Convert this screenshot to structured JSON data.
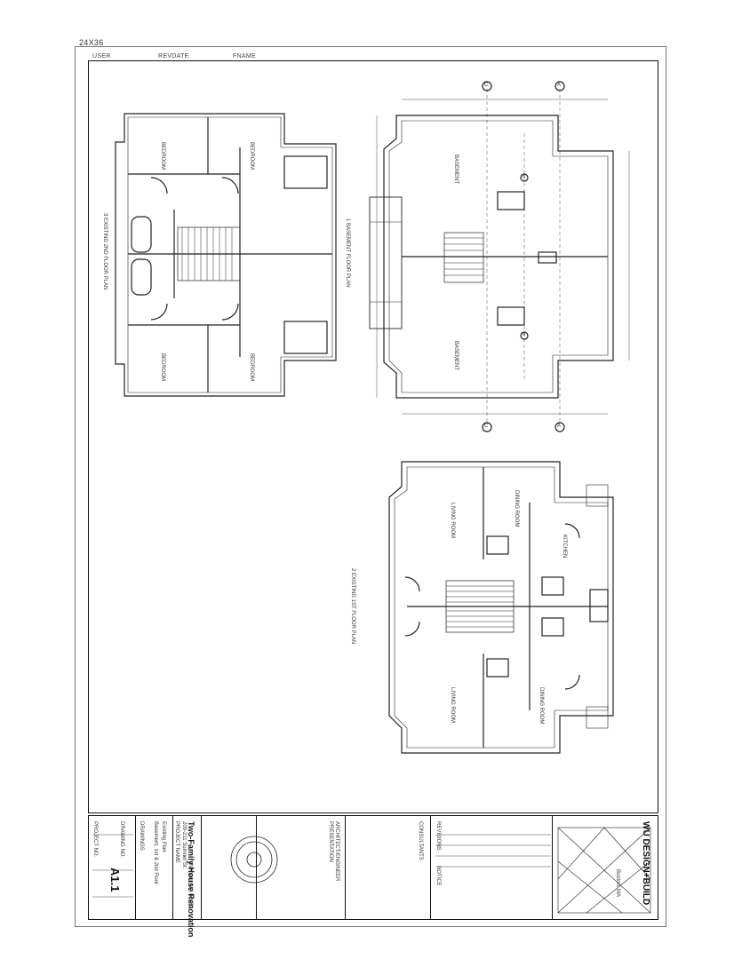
{
  "header": {
    "sheet_size": "24X36",
    "user": "USER",
    "revdate": "REVDATE",
    "fname": "FNAME"
  },
  "title_block": {
    "project_no_label": "PROJECT NO.",
    "drawing_no_label": "DRAWING NO.",
    "drawing_no": "A1.1",
    "drawings_label": "DRAWINGS",
    "project_name_label": "PROJECT NAME",
    "project_name": "Two-Family House Renovation",
    "address_line1": "209-211 Sumner St.",
    "address_line2": "Waltham, MA 02452",
    "drawing_title_line1": "Basement, 1st & 2nd Floor",
    "drawing_title_line2": "Existing Plan",
    "architect_label": "ARCHITECT/ENGINEER",
    "architect_sub": "PRESENTATION",
    "consultants_label": "CONSULTANTS",
    "revisions_label": "REVISIONS",
    "notice_label": "NOTICE",
    "firm_name": "WU DESIGN+BUILD",
    "firm_city": "Boston, MA"
  },
  "plans": {
    "plan_2nd": "3 EXISTING 2ND FLOOR PLAN",
    "plan_basement": "1 BASEMENT FLOOR PLAN",
    "plan_1st": "2 EXISTING 1ST FLOOR PLAN",
    "basement_room": "BASEMENT",
    "bedroom": "BEDROOM",
    "living_room": "LIVING ROOM",
    "dining_room": "DINING ROOM",
    "kitchen": "KITCHEN"
  },
  "grid_marks": [
    "C",
    "A",
    "C",
    "A",
    "B",
    "B"
  ]
}
